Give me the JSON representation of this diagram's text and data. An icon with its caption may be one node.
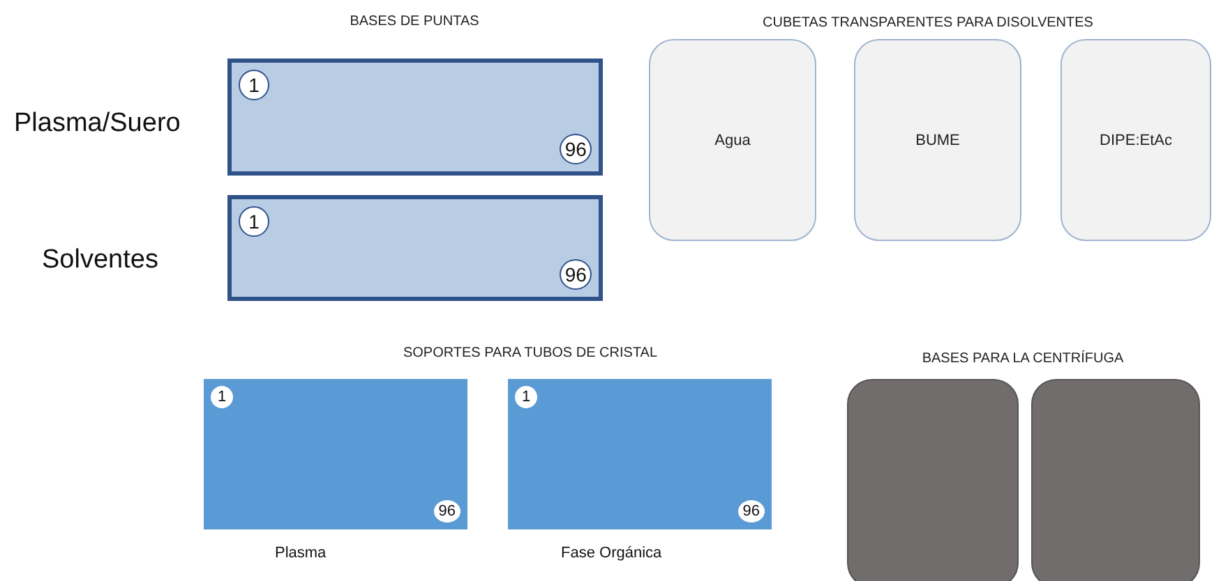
{
  "diagram": {
    "nodes": [
      {
        "text": [
          "1",
          "96"
        ],
        "beside": [
          "Plasma/Suero"
        ]
      },
      {
        "text": [
          "1",
          "96"
        ],
        "beside": [
          "Solventes"
        ]
      },
      {
        "text": [
          "Agua"
        ]
      },
      {
        "text": [
          "BUME"
        ]
      },
      {
        "text": [
          "DIPE:EtAc"
        ]
      },
      {
        "text": [
          "1",
          "96"
        ],
        "beside": [
          "Plasma"
        ]
      },
      {
        "text": [
          "1",
          "96"
        ],
        "beside": [
          "Fase Orgánica"
        ]
      },
      {
        "text": [],
        "shape": "box"
      },
      {
        "text": [],
        "shape": "box"
      }
    ],
    "labels": [
      "BASES DE PUNTAS",
      "CUBETAS TRANSPARENTES PARA DISOLVENTES",
      "SOPORTES PARA TUBOS DE CRISTAL",
      "BASES PARA LA CENTRÍFUGA"
    ]
  }
}
